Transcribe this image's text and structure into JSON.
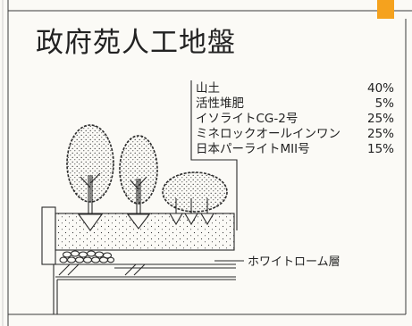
{
  "title": "政府苑人工地盤",
  "composition": [
    {
      "name": "山土",
      "percent": "40%"
    },
    {
      "name": "活性堆肥",
      "percent": "5%"
    },
    {
      "name": "イソライトCG-2号",
      "percent": "25%"
    },
    {
      "name": "ミネロックオールインワン",
      "percent": "25%"
    },
    {
      "name": "日本パーライトMII号",
      "percent": "15%"
    }
  ],
  "layer_label": "ホワイトローム層",
  "colors": {
    "accent": "#f5a21e",
    "ink": "#2a2a2a",
    "paper": "#fbfaf6"
  }
}
